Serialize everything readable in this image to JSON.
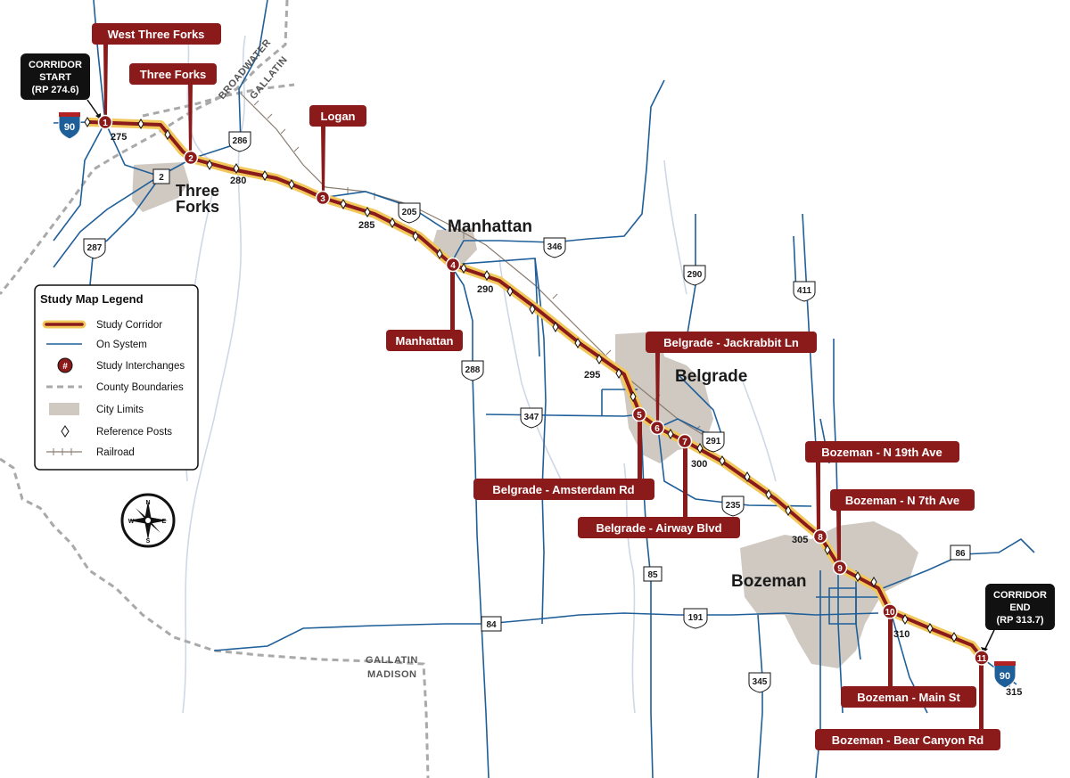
{
  "colors": {
    "corridor_outer": "#f2c85b",
    "corridor_inner": "#8b1a1a",
    "on_system": "#1f5f99",
    "river": "#cfd8e6",
    "county": "#a9a9a9",
    "city": "#cfc9c2",
    "callout": "#8b1a1a",
    "railroad": "#8a7d70",
    "interstate_blue": "#1f5f99",
    "interstate_red": "#b22222"
  },
  "cities": [
    {
      "name": "Three",
      "size": 18
    },
    {
      "name": "Forks",
      "size": 18
    },
    {
      "name": "Manhattan",
      "size": 19
    },
    {
      "name": "Belgrade",
      "size": 19
    },
    {
      "name": "Bozeman",
      "size": 19
    }
  ],
  "county_labels": [
    "BROADWATER",
    "GALLATIN",
    "GALLATIN",
    "MADISON"
  ],
  "reference_posts": [
    "275",
    "280",
    "285",
    "290",
    "295",
    "300",
    "305",
    "310",
    "315"
  ],
  "interstate": "90",
  "routes": [
    "2",
    "286",
    "287",
    "205",
    "346",
    "290",
    "411",
    "288",
    "347",
    "291",
    "235",
    "85",
    "86",
    "84",
    "191",
    "345"
  ],
  "interchanges": [
    {
      "num": "1",
      "label": "West Three Forks"
    },
    {
      "num": "2",
      "label": "Three Forks"
    },
    {
      "num": "3",
      "label": "Logan"
    },
    {
      "num": "4",
      "label": "Manhattan"
    },
    {
      "num": "5",
      "label": "Belgrade - Amsterdam Rd"
    },
    {
      "num": "6",
      "label": "Belgrade - Jackrabbit Ln"
    },
    {
      "num": "7",
      "label": "Belgrade - Airway Blvd"
    },
    {
      "num": "8",
      "label": "Bozeman - N 19th Ave"
    },
    {
      "num": "9",
      "label": "Bozeman - N 7th Ave"
    },
    {
      "num": "10",
      "label": "Bozeman - Main St"
    },
    {
      "num": "11",
      "label": "Bozeman - Bear Canyon Rd"
    }
  ],
  "corridor_start": [
    "CORRIDOR",
    "START",
    "(RP 274.6)"
  ],
  "corridor_end": [
    "CORRIDOR",
    "END",
    "(RP 313.7)"
  ],
  "legend": {
    "title": "Study Map Legend",
    "interchange_symbol": "#",
    "items": [
      "Study Corridor",
      "On System",
      "Study Interchanges",
      "County Boundaries",
      "City Limits",
      "Reference Posts",
      "Railroad"
    ]
  },
  "compass": [
    "N",
    "E",
    "S",
    "W"
  ]
}
